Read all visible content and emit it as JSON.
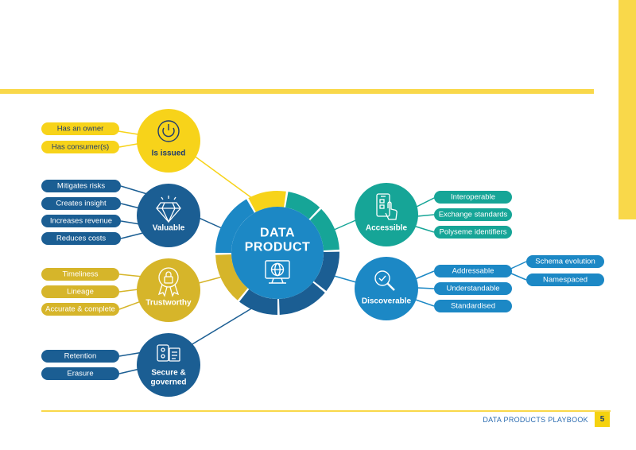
{
  "hub": {
    "line1": "DATA",
    "line2": "PRODUCT"
  },
  "colors": {
    "yellow": "#f7d31a",
    "gold": "#d6b52a",
    "teal": "#16a597",
    "blue": "#1c88c5",
    "navy": "#1b5e93",
    "dark_text": "#1f3b6e",
    "light_text": "#ffffff"
  },
  "categories": [
    {
      "id": "is-issued",
      "label": "Is issued",
      "icon": "power-button-icon",
      "pills": [
        "Has an owner",
        "Has consumer(s)"
      ]
    },
    {
      "id": "valuable",
      "label": "Valuable",
      "icon": "diamond-icon",
      "pills": [
        "Mitigates risks",
        "Creates insight",
        "Increases revenue",
        "Reduces costs"
      ]
    },
    {
      "id": "trustworthy",
      "label": "Trustworthy",
      "icon": "award-lock-icon",
      "pills": [
        "Timeliness",
        "Lineage",
        "Accurate & complete"
      ]
    },
    {
      "id": "secure",
      "label_line1": "Secure &",
      "label_line2": "governed",
      "icon": "shield-document-icon",
      "pills": [
        "Retention",
        "Erasure"
      ]
    },
    {
      "id": "accessible",
      "label": "Accessible",
      "icon": "phone-touch-icon",
      "pills": [
        "Interoperable",
        "Exchange standards",
        "Polyseme identifiers"
      ]
    },
    {
      "id": "discoverable",
      "label": "Discoverable",
      "icon": "magnifier-icon",
      "pills": [
        "Addressable",
        "Understandable",
        "Standardised"
      ],
      "sub_pills": [
        "Schema evolution",
        "Namespaced"
      ]
    }
  ],
  "footer": {
    "title": "DATA PRODUCTS PLAYBOOK",
    "page": "5"
  }
}
